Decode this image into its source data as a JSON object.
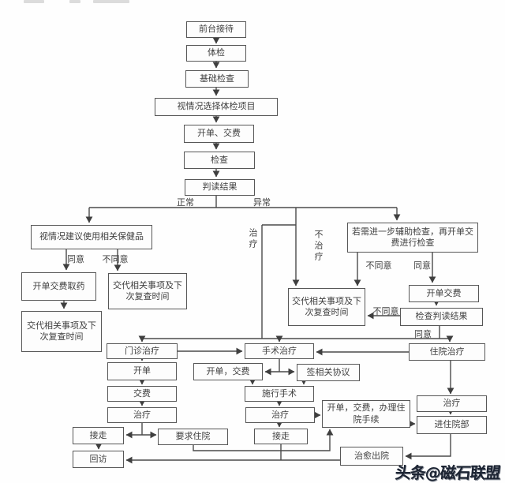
{
  "flowchart": {
    "nodes": {
      "front_desk": {
        "text": "前台接待"
      },
      "physical_exam": {
        "text": "体检"
      },
      "basic_checks": {
        "text": "基础检查"
      },
      "choose_items": {
        "text": "视情况选择体检项目"
      },
      "order_pay_top": {
        "text": "开单、交费"
      },
      "check": {
        "text": "检查"
      },
      "interpret_result": {
        "text": "判读结果"
      },
      "recommend_products": {
        "text": "视情况建议使用相关保健品"
      },
      "order_pay_medicine": {
        "text": "开单交费取药"
      },
      "explain_next_left_top": {
        "text": "交代相关事项及下次复查时间"
      },
      "explain_next_left_bottom": {
        "text": "交代相关事项及下次复查时间"
      },
      "explain_next_middle": {
        "text": "交代相关事项及下次复查时间"
      },
      "further_check": {
        "text": "若需进一步辅助检查，再开单交费进行检查"
      },
      "order_pay_right": {
        "text": "开单交费"
      },
      "check_interpret_result": {
        "text": "检查判读结果"
      },
      "inpatient_treatment": {
        "text": "住院治疗"
      },
      "outpatient_treatment": {
        "text": "门诊治疗"
      },
      "order_slip": {
        "text": "开单"
      },
      "pay_fee": {
        "text": "交费"
      },
      "treatment_left": {
        "text": "治疗"
      },
      "pickup_left": {
        "text": "接走"
      },
      "follow_up_visit": {
        "text": "回访"
      },
      "request_hospitalization": {
        "text": "要求住院"
      },
      "order_pay_surgery": {
        "text": "开单，交费"
      },
      "surgery_treatment": {
        "text": "手术治疗"
      },
      "sign_agreement": {
        "text": "签相关协议"
      },
      "perform_surgery": {
        "text": "施行手术"
      },
      "treatment_mid": {
        "text": "治疗"
      },
      "pickup_mid": {
        "text": "接走"
      },
      "hospitalization_procedure": {
        "text": "开单，交费，办理住院手续"
      },
      "cured_discharge": {
        "text": "治愈出院"
      },
      "treatment_right": {
        "text": "治疗"
      },
      "inpatient_department": {
        "text": "进住院部"
      }
    },
    "edge_labels": {
      "normal": "正常",
      "abnormal": "异常",
      "agree_products": "同意",
      "disagree_products": "不同意",
      "treat": "治疗",
      "no_treat": "不治疗",
      "disagree_further": "不同意",
      "agree_further": "同意",
      "disagree_result": "不同意",
      "agree_result": "同意"
    },
    "watermark": {
      "text": "头条@磁石联盟"
    },
    "colors": {
      "line": "#4a4a4a",
      "box_border": "#575757",
      "text": "#3f3f3f",
      "background": "#fefefe",
      "watermark": "#1c2433"
    }
  }
}
